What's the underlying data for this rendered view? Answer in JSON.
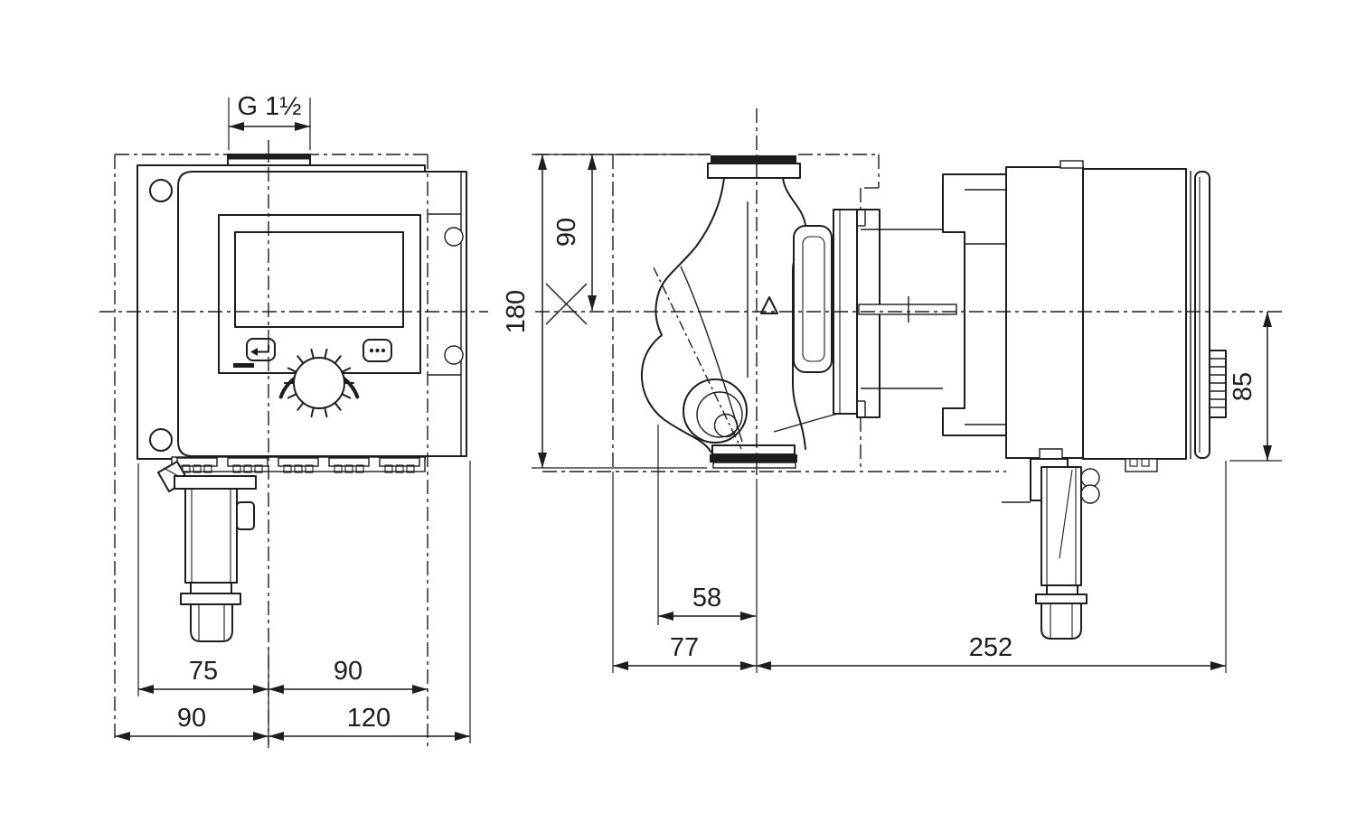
{
  "front_view": {
    "thread_label": "G 1½",
    "dim_center_to_plate_left": "75",
    "dim_center_to_plate_right": "90",
    "dim_center_to_left_edge": "90",
    "dim_center_to_right_edge": "120",
    "icons": {
      "back_button": "back-arrow-icon",
      "menu_button": "three-dots-icon",
      "knob": "rotary-knob-icon"
    }
  },
  "side_view": {
    "dim_overall_height": "180",
    "dim_top_to_axis": "90",
    "dim_axis_to_module_bottom": "85",
    "dim_axis_to_port_face": "58",
    "dim_axis_to_housing_left": "77",
    "dim_axis_to_module_right": "252",
    "icons": {
      "flow_marker": "triangle-up-icon"
    }
  },
  "colors": {
    "line": "#1d1d1b",
    "background": "#ffffff"
  }
}
